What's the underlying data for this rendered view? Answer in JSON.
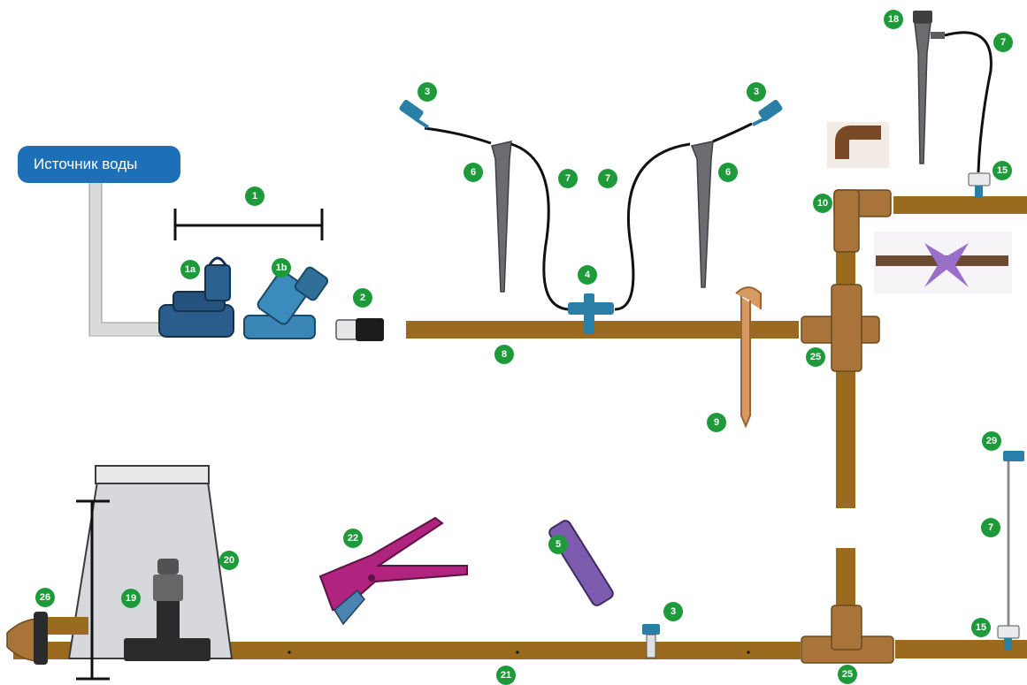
{
  "water_source_label": "Источник воды",
  "colors": {
    "pipe": "#9a6a1e",
    "badge": "#1f9a3a",
    "source_box": "#1d70b8",
    "fitting_blue": "#2a7fa6",
    "tool_magenta": "#b0237e",
    "tool_purple": "#7d5cb0",
    "stake_gray": "#5b5d60",
    "valve_box": "#d6d8db"
  },
  "callouts": {
    "c1": "1",
    "c1a": "1a",
    "c1b": "1b",
    "c2": "2",
    "c3_left": "3",
    "c3_right": "3",
    "c3_bottom": "3",
    "c4": "4",
    "c5": "5",
    "c6_left": "6",
    "c6_right": "6",
    "c7_left": "7",
    "c7_mid": "7",
    "c7_top": "7",
    "c7_right": "7",
    "c8": "8",
    "c9": "9",
    "c10": "10",
    "c15_top": "15",
    "c15_bottom": "15",
    "c18": "18",
    "c19": "19",
    "c20": "20",
    "c21": "21",
    "c22": "22",
    "c25_mid": "25",
    "c25_bottom": "25",
    "c26": "26",
    "c29": "29"
  }
}
